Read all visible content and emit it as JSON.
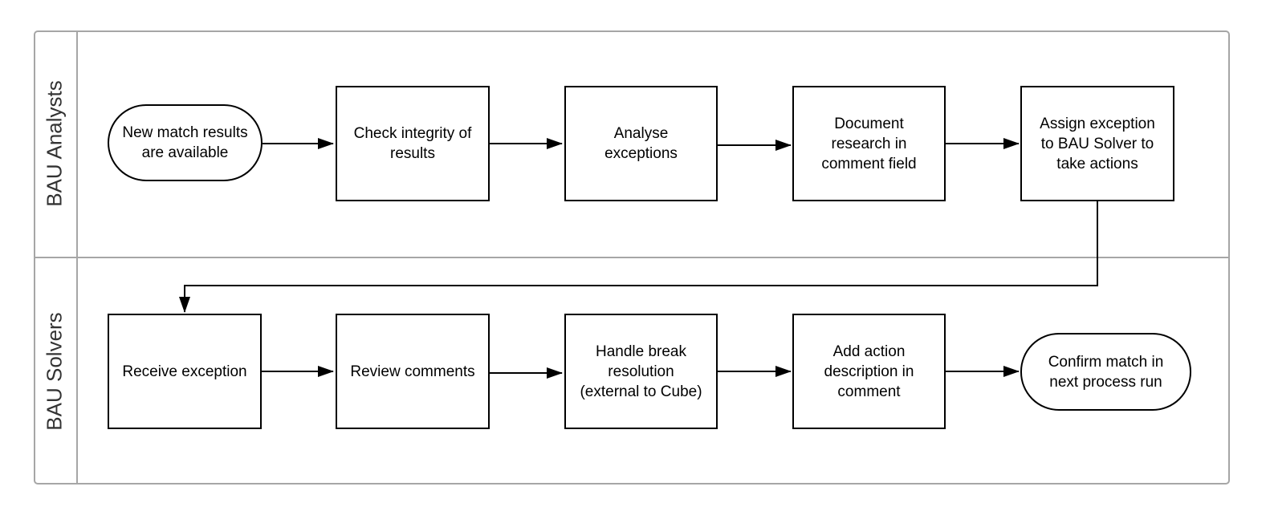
{
  "lanes": [
    {
      "label": "BAU Analysts"
    },
    {
      "label": "BAU Solvers"
    }
  ],
  "analysts_steps": [
    {
      "text": "New match results\nare available",
      "shape": "terminal"
    },
    {
      "text": "Check integrity of\nresults",
      "shape": "process"
    },
    {
      "text": "Analyse\nexceptions",
      "shape": "process"
    },
    {
      "text": "Document\nresearch in\ncomment field",
      "shape": "process"
    },
    {
      "text": "Assign exception\nto BAU Solver to\ntake actions",
      "shape": "process"
    }
  ],
  "solvers_steps": [
    {
      "text": "Receive exception",
      "shape": "process"
    },
    {
      "text": "Review comments",
      "shape": "process"
    },
    {
      "text": "Handle break\nresolution\n(external to Cube)",
      "shape": "process"
    },
    {
      "text": "Add action\ndescription in\ncomment",
      "shape": "process"
    },
    {
      "text": "Confirm match in\nnext process run",
      "shape": "terminal"
    }
  ],
  "colors": {
    "line": "#000000",
    "frame": "#a6a6a6",
    "lane_text": "#333333"
  }
}
